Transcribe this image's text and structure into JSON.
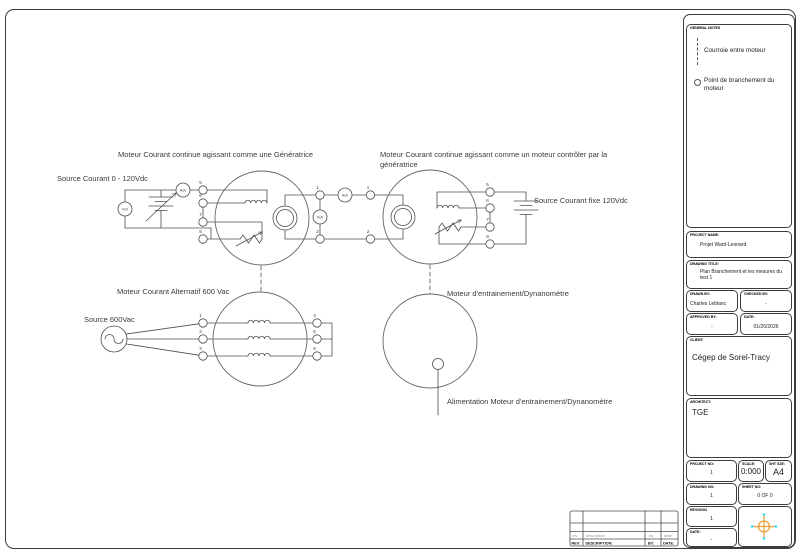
{
  "drawing": {
    "dc_generator": {
      "title": "Moteur Courant continue agissant comme une Génératrice",
      "source_label": "Source Courant  0 - 120Vdc",
      "terminals": [
        "5",
        "6",
        "7",
        "8"
      ],
      "link_terminals": [
        "1",
        "2"
      ]
    },
    "dc_motor": {
      "title_line1": "Moteur Courant continue agissant comme un moteur contrôler par la",
      "title_line2": "génératrice",
      "source_label": "Source Courant fixe 120Vdc",
      "terminals": [
        "5",
        "6",
        "7",
        "8"
      ],
      "link_terminals": [
        "1",
        "2"
      ]
    },
    "ac_motor": {
      "title": "Moteur Courant Alternatif 600 Vac",
      "source_label": "Source 600Vac",
      "terminals_left": [
        "1",
        "2",
        "3"
      ],
      "terminals_right": [
        "4",
        "5",
        "6"
      ]
    },
    "dyno": {
      "title": "Moteur d'entrainement/Dynanomètre",
      "supply_label": "Alimentation Moteur d'entrainement/Dynanomètre"
    },
    "meters": {
      "voltmeter": "Vch",
      "ammeter": "Ach"
    }
  },
  "notes": {
    "header": "GENERAL NOTES",
    "belt_note": "Courroie entre moteur",
    "point_note": "Point de branchement du moteur"
  },
  "title_block": {
    "project_name_label": "PROJECT NAME:",
    "project_name": "Projet Ward-Leonard",
    "drawing_title_label": "DRAWING TITLE:",
    "drawing_title": "Plan Branchement et les mesures du test 1",
    "drawn_by_label": "DRAWN BY:",
    "drawn_by": "Charles Leblanc",
    "checked_by_label": "CHECKED BY:",
    "checked_by": "-",
    "approved_by_label": "APPROVED BY:",
    "approved_by": "-",
    "date_label": "DATE:",
    "date": "01/26/2026",
    "client_label": "CLIENT:",
    "client": "Cégep de Sorel-Tracy",
    "architect_label": "ARCHITECT:",
    "architect": "TGE",
    "project_no_label": "PROJECT NO:",
    "project_no": "1",
    "scale_label": "SCALE:",
    "scale": "0:000",
    "sheet_size_label": "SHT SZE:",
    "sheet_size": "A4",
    "drawing_no_label": "DRAWING NO:",
    "drawing_no": "1",
    "sheet_no_label": "SHEET NO:",
    "sheet_no": "0 OF 0",
    "revision_label": "REVISION",
    "revision": "1",
    "rev_date_label": "DATE:",
    "rev_date": "-"
  },
  "revision_table": {
    "light": {
      "rev": "rev",
      "description": "description",
      "by": "by",
      "date": "date"
    },
    "bold": {
      "rev": "REV:",
      "description": "DESCRIPTION:",
      "by": "BY:",
      "date": "DATE:"
    }
  },
  "colors": {
    "compass_orange": "#E8A13C",
    "compass_cyan": "#3BDDEE",
    "line": "#4d4d4d"
  }
}
